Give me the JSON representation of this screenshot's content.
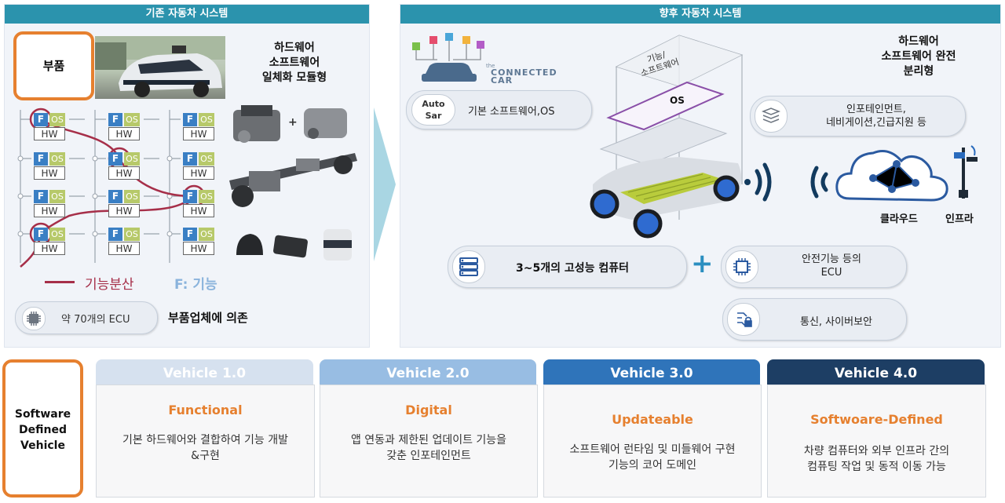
{
  "left_panel": {
    "header": "기존 자동차 시스템",
    "parts_label": "부품",
    "hw_sw_label": [
      "하드웨어",
      "소프트웨어",
      "일체화 모듈형"
    ],
    "cell_f": "F",
    "cell_os": "OS",
    "cell_hw": "HW",
    "legend_distributed": "기능분산",
    "legend_function": "F:  기능",
    "ecu_count": "약 70개의 ECU",
    "dependency": "부품업체에 의존"
  },
  "right_panel": {
    "header": "향후 자동차 시스템",
    "hw_sw_label": [
      "하드웨어",
      "소프트웨어 완전",
      "분리형"
    ],
    "autosar": [
      "Auto",
      "Sar"
    ],
    "connected_car": [
      "the",
      "CONNECTED",
      "CAR"
    ],
    "basic_sw": "기본 소프트웨어,OS",
    "layer_function": [
      "기능/",
      "소프트웨어"
    ],
    "layer_os": "OS",
    "infotainment": [
      "인포테인먼트,",
      "네비게이션,긴급지원 등"
    ],
    "cloud": "클라우드",
    "infra": "인프라",
    "computers": "3~5개의 고성능 컴퓨터",
    "plus": "+",
    "safety_ecu": [
      "안전기능 등의",
      "ECU"
    ],
    "comm": "통신, 사이버보안"
  },
  "sdv_label": [
    "Software",
    "Defined",
    "Vehicle"
  ],
  "stages": [
    {
      "tab": "Vehicle 1.0",
      "keyword": "Functional",
      "desc": [
        "기본 하드웨어와 결합하여 기능 개발",
        "&구현"
      ],
      "color": "#d6e1ef"
    },
    {
      "tab": "Vehicle 2.0",
      "keyword": "Digital",
      "desc": [
        "앱 연동과 제한된 업데이트 기능을",
        "갖춘 인포테인먼트"
      ],
      "color": "#98bde3"
    },
    {
      "tab": "Vehicle 3.0",
      "keyword": "Updateable",
      "desc": [
        "소프트웨어 런타임 및 미들웨어 구현",
        "기능의 코어 도메인"
      ],
      "color": "#2f74ba"
    },
    {
      "tab": "Vehicle 4.0",
      "keyword": "Softwoare-Defined",
      "desc": [
        "차량 컴퓨터와 외부 인프라 간의",
        "컴퓨팅 작업 및 동적 이동 가능"
      ],
      "color": "#1d3e64"
    }
  ],
  "colors": {
    "accent_orange": "#e6802f",
    "header_teal": "#2b93ad",
    "func_line": "#a62f49"
  }
}
